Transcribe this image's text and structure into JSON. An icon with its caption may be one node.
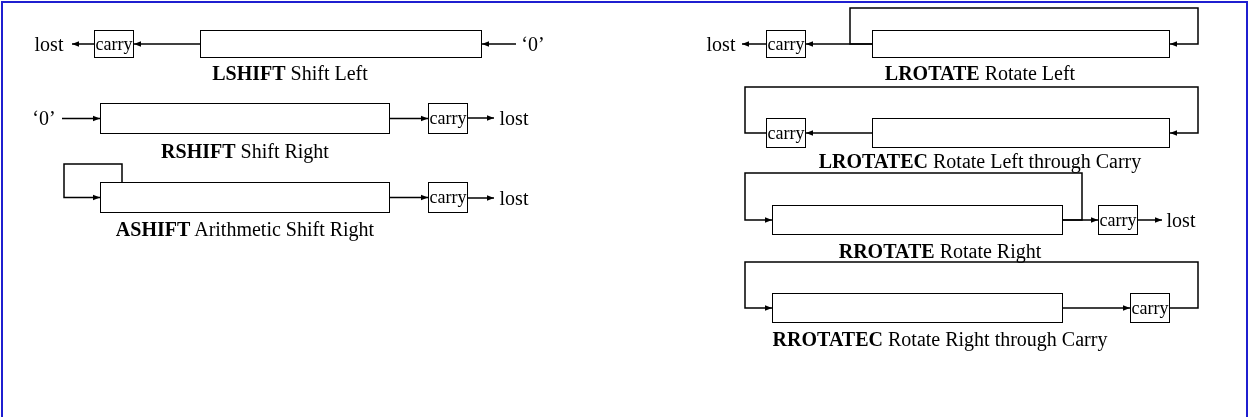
{
  "diagram": {
    "nodes": [
      {
        "text": [
          "lost"
        ]
      },
      {
        "text": [
          "carry"
        ]
      },
      {
        "text": [],
        "shape": "box"
      },
      {
        "text": [
          "‘0’"
        ]
      },
      {
        "text": [
          "‘0’"
        ]
      },
      {
        "text": [],
        "shape": "box"
      },
      {
        "text": [
          "carry"
        ]
      },
      {
        "text": [
          "lost"
        ]
      },
      {
        "text": [],
        "shape": "box"
      },
      {
        "text": [
          "carry"
        ]
      },
      {
        "text": [
          "lost"
        ]
      },
      {
        "text": [
          "lost"
        ]
      },
      {
        "text": [
          "carry"
        ]
      },
      {
        "text": [],
        "shape": "box"
      },
      {
        "text": [
          "carry"
        ]
      },
      {
        "text": [],
        "shape": "box"
      },
      {
        "text": [],
        "shape": "box"
      },
      {
        "text": [
          "carry"
        ]
      },
      {
        "text": [
          "lost"
        ]
      },
      {
        "text": [],
        "shape": "box"
      },
      {
        "text": [
          "carry"
        ]
      }
    ],
    "edges": [
      {
        "from": 2,
        "to": 1,
        "arrow": "to"
      },
      {
        "from": 1,
        "to": 0,
        "arrow": "to"
      },
      {
        "from": 3,
        "to": 2,
        "arrow": "to"
      },
      {
        "from": 4,
        "to": 5,
        "arrow": "to"
      },
      {
        "from": 5,
        "to": 6,
        "arrow": "to"
      },
      {
        "from": 6,
        "to": 7,
        "arrow": "to"
      },
      {
        "from": 8,
        "to": 8,
        "arrow": "to"
      },
      {
        "from": 8,
        "to": 9,
        "arrow": "to"
      },
      {
        "from": 9,
        "to": 10,
        "arrow": "to"
      },
      {
        "from": 13,
        "to": 12,
        "arrow": "to"
      },
      {
        "from": 13,
        "to": 13,
        "arrow": "to"
      },
      {
        "from": 12,
        "to": 11,
        "arrow": "to"
      },
      {
        "from": 15,
        "to": 14,
        "arrow": "to"
      },
      {
        "from": 14,
        "to": 15,
        "arrow": "to"
      },
      {
        "from": 16,
        "to": 16,
        "arrow": "to"
      },
      {
        "from": 16,
        "to": 17,
        "arrow": "to"
      },
      {
        "from": 17,
        "to": 18,
        "arrow": "to"
      },
      {
        "from": 19,
        "to": 20,
        "arrow": "to"
      },
      {
        "from": 20,
        "to": 19,
        "arrow": "to"
      }
    ],
    "labels": [
      "**LSHIFT** Shift Left",
      "**LROTATE** Rotate Left",
      "**RSHIFT** Shift Right",
      "**LROTATEC** Rotate Left through Carry",
      "**ASHIFT** Arithmetic Shift Right",
      "**RROTATE** Rotate Right",
      "**RROTATEC** Rotate Right through Carry"
    ]
  }
}
